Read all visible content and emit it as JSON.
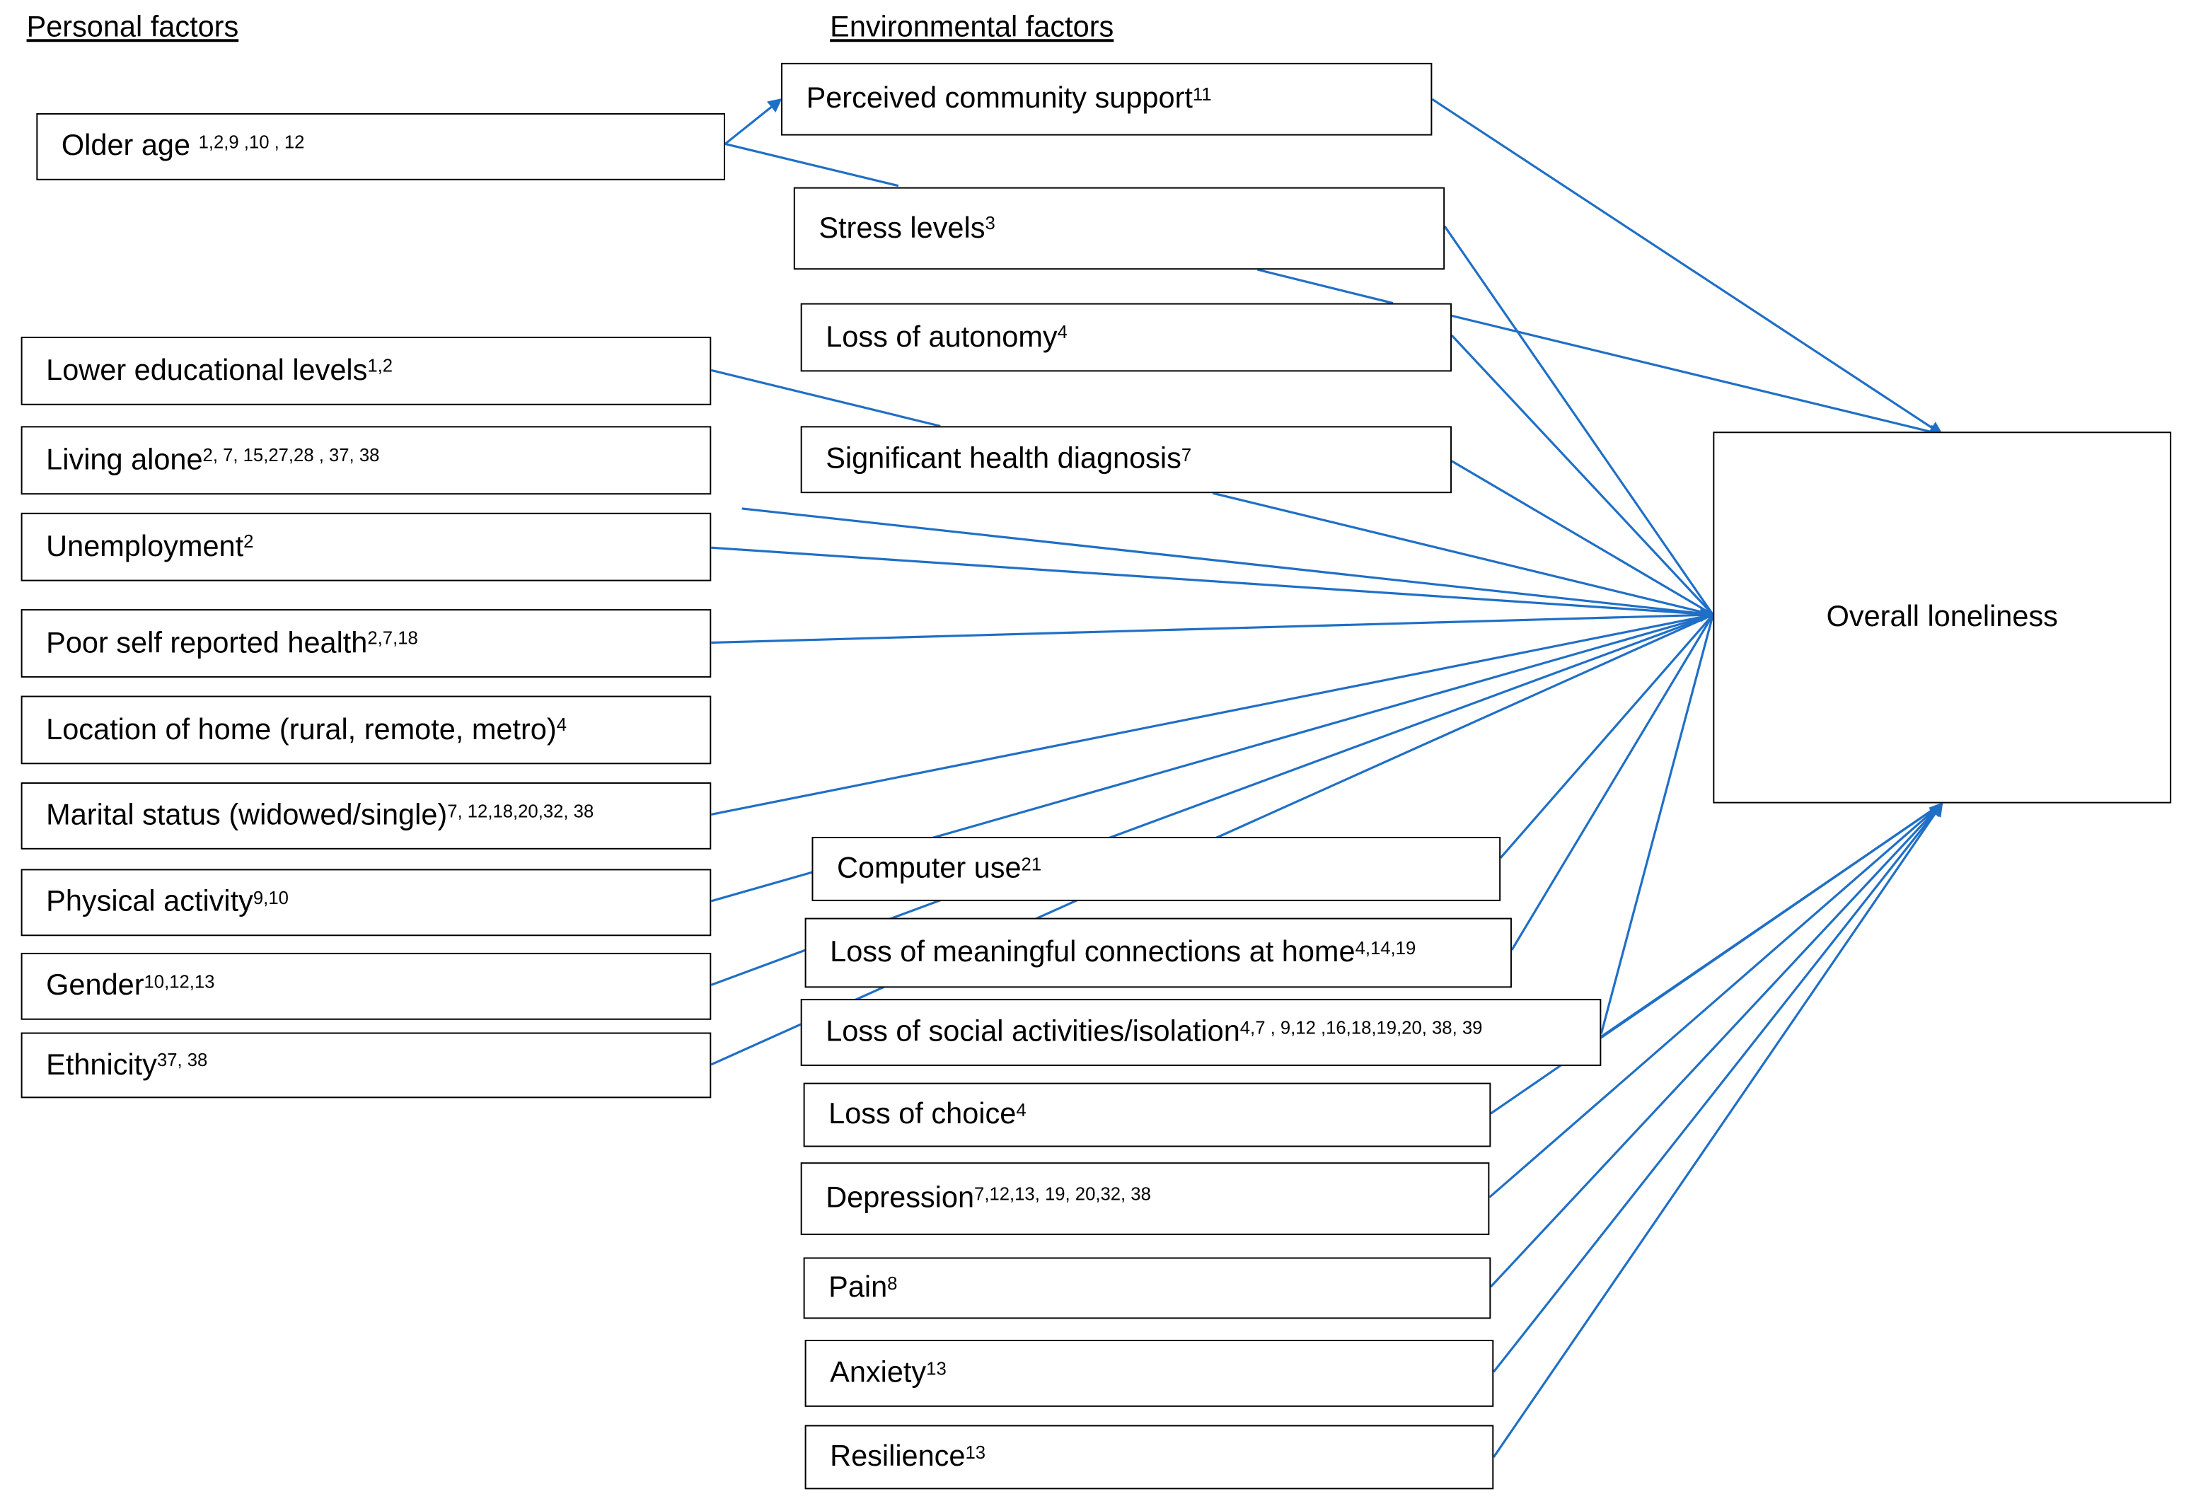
{
  "headers": {
    "personal": "Personal factors",
    "environmental": "Environmental factors"
  },
  "outcome": "Overall loneliness",
  "line_color": "#1f6fc6",
  "nodes": {
    "older_age": {
      "text": "Older age ",
      "refs": "1,2,9 ,10 , 12"
    },
    "community_support": {
      "text": "Perceived community support",
      "refs": "11"
    },
    "stress": {
      "text": "Stress levels",
      "refs": "3"
    },
    "autonomy": {
      "text": "Loss of autonomy",
      "refs": "4"
    },
    "health_diagnosis": {
      "text": "Significant health diagnosis",
      "refs": "7"
    },
    "education": {
      "text": "Lower educational levels",
      "refs": "1,2"
    },
    "living_alone": {
      "text": "Living alone",
      "refs": "2, 7, 15,27,28 , 37, 38"
    },
    "unemployment": {
      "text": "Unemployment",
      "refs": "2"
    },
    "self_health": {
      "text": "Poor self reported health",
      "refs": "2,7,18"
    },
    "location": {
      "text": "Location of home (rural, remote, metro)",
      "refs": "4"
    },
    "marital": {
      "text": "Marital status (widowed/single)",
      "refs": "7, 12,18,20,32, 38"
    },
    "physical": {
      "text": "Physical activity",
      "refs": "9,10"
    },
    "gender": {
      "text": "Gender",
      "refs": "10,12,13"
    },
    "ethnicity": {
      "text": "Ethnicity",
      "refs": "37, 38"
    },
    "computer": {
      "text": "Computer use",
      "refs": "21"
    },
    "connections": {
      "text": "Loss of meaningful connections at home",
      "refs": "4,14,19"
    },
    "social": {
      "text": "Loss of social activities/isolation",
      "refs": "4,7 , 9,12 ,16,18,19,20, 38, 39"
    },
    "choice": {
      "text": "Loss of choice",
      "refs": "4"
    },
    "depression": {
      "text": "Depression",
      "refs": "7,12,13, 19, 20,32, 38"
    },
    "pain": {
      "text": "Pain",
      "refs": "8"
    },
    "anxiety": {
      "text": "Anxiety",
      "refs": "13"
    },
    "resilience": {
      "text": "Resilience",
      "refs": "13"
    }
  }
}
